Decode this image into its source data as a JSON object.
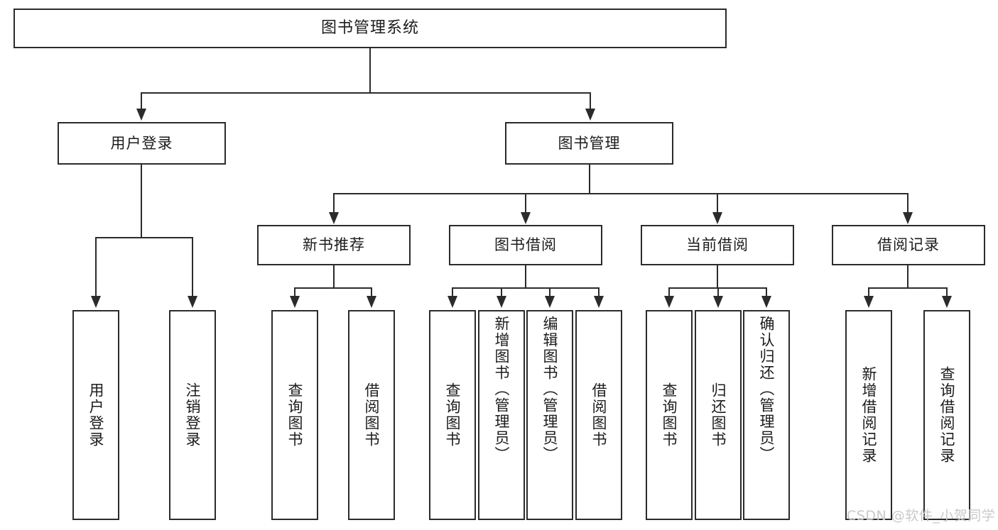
{
  "diagram": {
    "title": "图书管理系统",
    "type": "hierarchy-tree",
    "root": {
      "label": "图书管理系统"
    },
    "level2": [
      {
        "label": "用户登录"
      },
      {
        "label": "图书管理"
      }
    ],
    "level3": [
      {
        "label": "新书推荐"
      },
      {
        "label": "图书借阅"
      },
      {
        "label": "当前借阅"
      },
      {
        "label": "借阅记录"
      }
    ],
    "leaves": {
      "user_login": [
        {
          "label": "用户登录"
        },
        {
          "label": "注销登录"
        }
      ],
      "new_book_recommend": [
        {
          "label": "查询图书"
        },
        {
          "label": "借阅图书"
        }
      ],
      "book_borrow": [
        {
          "label": "查询图书"
        },
        {
          "label": "新增图书（管理员）"
        },
        {
          "label": "编辑图书（管理员）"
        },
        {
          "label": "借阅图书"
        }
      ],
      "current_borrow": [
        {
          "label": "查询图书"
        },
        {
          "label": "归还图书"
        },
        {
          "label": "确认归还（管理员）"
        }
      ],
      "borrow_record": [
        {
          "label": "新增借阅记录"
        },
        {
          "label": "查询借阅记录"
        }
      ]
    }
  },
  "watermark": {
    "text": "CSDN @软件_小贺同学"
  },
  "colors": {
    "stroke": "#2b2b2b",
    "fill": "#ffffff",
    "text": "#1c1c1c",
    "watermark": "#c9c9c9"
  }
}
